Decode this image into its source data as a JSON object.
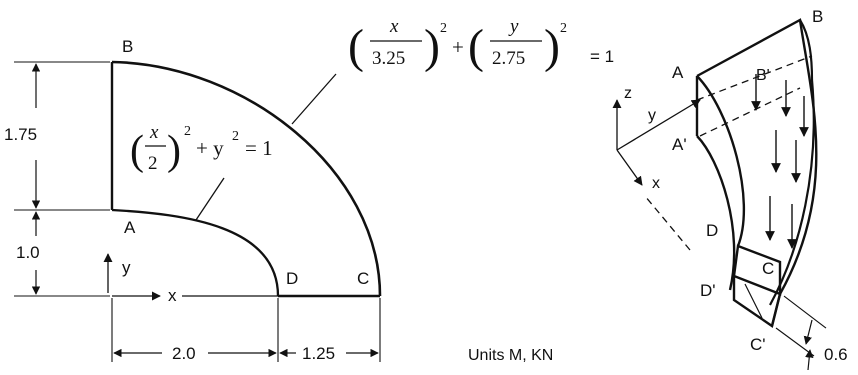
{
  "plan_view": {
    "points": {
      "B": "B",
      "A": "A",
      "D": "D",
      "C": "C"
    },
    "dims": {
      "height_upper": "1.75",
      "height_lower": "1.0",
      "width_inner": "2.0",
      "width_outer": "1.25"
    },
    "axes": {
      "x": "x",
      "y": "y"
    },
    "eq_inner": {
      "lpar": "(",
      "num": "x",
      "den": "2",
      "rpar": ")",
      "exp": "2",
      "rest": "+ y",
      "rest_exp": "2",
      "eq": "= 1"
    },
    "eq_outer": {
      "lpar1": "(",
      "num1": "x",
      "den1": "3.25",
      "rpar1": ")",
      "exp1": "2",
      "plus": "+",
      "lpar2": "(",
      "num2": "y",
      "den2": "2.75",
      "rpar2": ")",
      "exp2": "2",
      "eq": "= 1"
    }
  },
  "units_text": "Units M, KN",
  "iso_view": {
    "points": {
      "A": "A",
      "A_prime": "A'",
      "B": "B",
      "B_prime": "B'",
      "D": "D",
      "D_prime": "D'",
      "C": "C",
      "C_prime": "C'"
    },
    "axes": {
      "z": "z",
      "y": "y",
      "x": "x"
    },
    "thickness": "0.6"
  }
}
